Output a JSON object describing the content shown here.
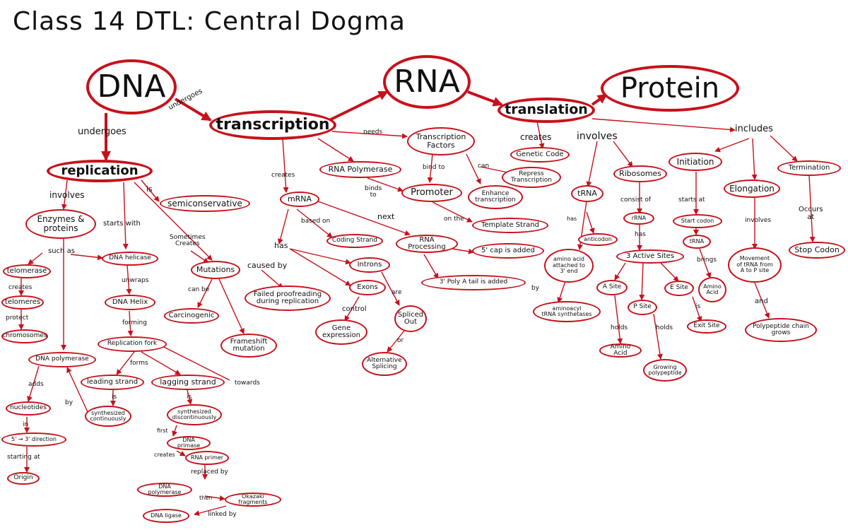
{
  "title": "Class 14 DTL: Central Dogma",
  "accent_color": "#c8101a",
  "nodes": {
    "dna": "DNA",
    "rna": "RNA",
    "protein": "Protein",
    "transcription": "transcription",
    "translation": "translation",
    "replication": "replication",
    "enzymes": "Enzymes &\nproteins",
    "semiconservative": "semiconservative",
    "helicase": "DNA helicase",
    "telomerase": "telomerase",
    "telomeres": "telomeres",
    "chromosomes": "chromosomes",
    "dna_helix": "DNA Helix",
    "replication_fork": "Replication fork",
    "dna_polymerase": "DNA polymerase",
    "leading_strand": "leading strand",
    "lagging_strand": "lagging strand",
    "synth_continuously": "synthesized\ncontinuously",
    "synth_discontinuously": "synthesized\ndiscontinuously",
    "nucleotides": "nucleotides",
    "direction": "5' → 3' direction",
    "origin": "Origin",
    "dna_primase": "DNA primase",
    "rna_primer": "RNA primer",
    "dna_polymerase_2": "DNA polymerase",
    "okazaki": "Okazaki fragments",
    "dna_ligase": "DNA ligase",
    "mutations": "Mutations",
    "carcinogenic": "Carcinogenic",
    "frameshift": "Frameshift\nmutation",
    "failed_proofreading": "Failed proofreading\nduring replication",
    "mrna": "mRNA",
    "rna_polymerase": "RNA Polymerase",
    "transcription_factors": "Transcription\nFactors",
    "promoter": "Promoter",
    "enhance_transcription": "Enhance\ntranscription",
    "repress_transcription": "Repress\nTranscription",
    "template_strand": "Template Strand",
    "coding_strand": "Coding Strand",
    "rna_processing": "RNA Processing",
    "five_cap": "5' cap is added",
    "poly_a": "3' Poly A tail is added",
    "introns": "Introns",
    "exons": "Exons",
    "gene_expression": "Gene\nexpression",
    "spliced_out": "Spliced\nOut",
    "alternative_splicing": "Alternative\nSplicing",
    "genetic_code": "Genetic Code",
    "trna": "tRNA",
    "ribosomes": "Ribosomes",
    "anticodon": "anticodon",
    "amino_acid_attached": "amino acid\nattached to\n3' end",
    "aminoacyl": "aminoacyl\ntRNA synthetases",
    "rrna": "rRNA",
    "three_sites": "3 Active Sites",
    "a_site": "A Site",
    "p_site": "P Site",
    "e_site": "E Site",
    "amino_acid": "Amino Acid",
    "growing_polypeptide": "Growing\npolypeptide",
    "exit_site": "Exit Site",
    "initiation": "Initiation",
    "elongation": "Elongation",
    "termination": "Termination",
    "start_codon": "Start codon",
    "trna_2": "tRNA",
    "amino_acid_2": "Amino\nAcid",
    "movement": "Movement\nof tRNA from\nA to P site",
    "polypeptide_chain": "Polypeptide chain\ngrows",
    "stop_codon": "Stop Codon"
  },
  "links": {
    "undergoes_1": "undergoes",
    "undergoes_2": "undergoes",
    "involves_1": "involves",
    "is_1": "is",
    "starts_with": "starts with",
    "sometimes_creates": "Sometimes\nCreates",
    "such_as": "such as",
    "unwraps": "unwraps",
    "creates_1": "creates",
    "protect": "protect",
    "forming": "forming",
    "forms": "forms",
    "towards": "towards",
    "adds": "adds",
    "by_1": "by",
    "in_1": "in",
    "starting_at": "starting at",
    "is_2": "is",
    "is_3": "is",
    "first": "first",
    "creates_2": "creates",
    "replaced_by": "replaced by",
    "then": "then",
    "linked_by": "linked by",
    "caused_by": "caused by",
    "can_be": "can be",
    "creates_3": "creates",
    "needs": "needs",
    "bind_to_1": "bind to",
    "can": "can",
    "binds_to": "binds\nto",
    "on_the": "on the",
    "next": "next",
    "based_on": "based on",
    "has_1": "has",
    "are": "are",
    "control": "control",
    "or": "or",
    "creates_4": "creates",
    "involves_2": "involves",
    "includes": "includes",
    "has_2": "has",
    "by_2": "by",
    "consist_of": "consist of",
    "has_3": "has",
    "holds_1": "holds",
    "holds_2": "holds",
    "is_4": "is",
    "starts_at": "starts at",
    "brings": "brings",
    "involves_3": "involves",
    "and": "and",
    "occurs_at": "Occurs\nat"
  }
}
